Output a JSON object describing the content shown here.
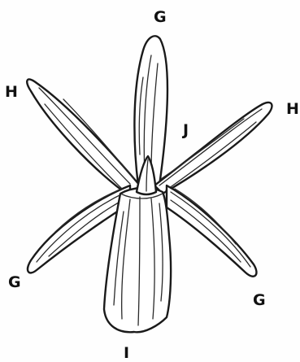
{
  "labels": {
    "top_sepal": "G",
    "left_petal": "H",
    "right_petal": "H",
    "column": "J",
    "lower_left_sepal": "G",
    "lower_right_sepal": "G",
    "lip": "I"
  },
  "colors": {
    "ink": "#1a1a1a",
    "background": "#fefefe"
  }
}
